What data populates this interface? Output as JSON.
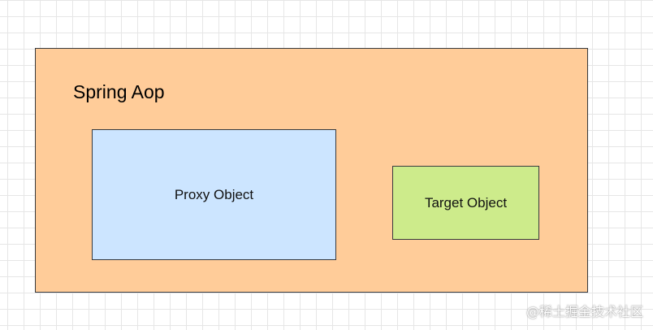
{
  "diagram": {
    "container": {
      "label": "Spring Aop",
      "fill": "#ffcc99",
      "border": "#36393d"
    },
    "nodes": [
      {
        "id": "proxy",
        "label": "Proxy Object",
        "fill": "#cce5ff"
      },
      {
        "id": "target",
        "label": "Target Object",
        "fill": "#cdeb8b"
      }
    ]
  },
  "watermark": {
    "text": "@稀土掘金技术社区"
  }
}
